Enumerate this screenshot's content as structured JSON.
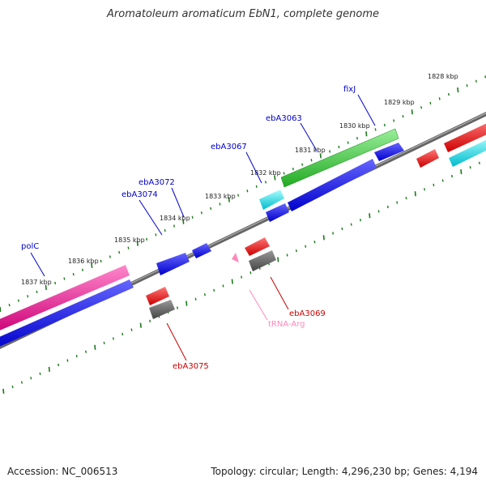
{
  "title": "Aromatoleum aromaticum EbN1, complete genome",
  "accession": "Accession: NC_006513",
  "summary": "Topology: circular; Length: 4,296,230 bp; Genes: 4,194",
  "kbp_labels": [
    "1828 kbp",
    "1829 kbp",
    "1830 kbp",
    "1831 kbp",
    "1832 kbp",
    "1833 kbp",
    "1834 kbp",
    "1835 kbp",
    "1836 kbp",
    "1837 kbp"
  ],
  "gene_labels": {
    "fixJ": "fixJ",
    "ebA3063": "ebA3063",
    "ebA3067": "ebA3067",
    "ebA3072": "ebA3072",
    "ebA3074": "ebA3074",
    "polC": "polC",
    "ebA3069": "ebA3069",
    "tRNA_Arg": "tRNA-Arg",
    "ebA3075": "ebA3075"
  },
  "colors": {
    "forward_label": "#0000cc",
    "reverse_label": "#cc0000",
    "trna_label": "#ff88bb",
    "cds_blue": "#0000ff",
    "cds_red": "#ff0000",
    "gene_green": "#33cc33",
    "gene_cyan": "#00e5ee",
    "gene_pink": "#ff3399",
    "gene_gray": "#666666",
    "ticks": "#1a7a1a",
    "backbone": "#888888"
  }
}
